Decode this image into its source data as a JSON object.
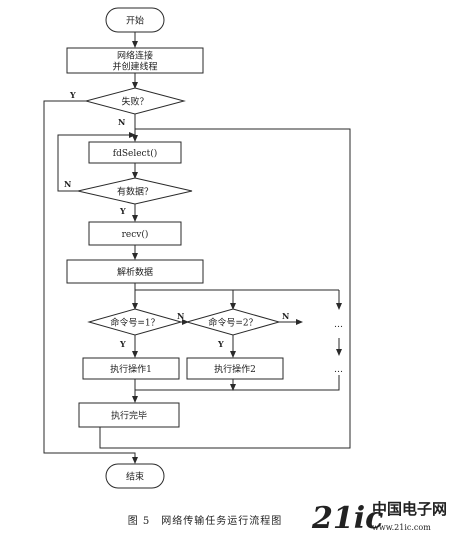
{
  "diagram": {
    "nodes": {
      "start": "开始",
      "connect_line1": "网络连接",
      "connect_line2": "并创建线程",
      "fail": "失败？",
      "fdselect": "fdSelect()",
      "has_data": "有数据？",
      "recv": "recv()",
      "parse": "解析数据",
      "cmd1": "命令号=1？",
      "cmd2": "命令号=2？",
      "op1": "执行操作1",
      "op2": "执行操作2",
      "ellipsis_top": "…",
      "ellipsis_bottom": "…",
      "done": "执行完毕",
      "end": "结束"
    },
    "edge_labels": {
      "fail_yes": "Y",
      "fail_no": "N",
      "data_no": "N",
      "data_yes": "Y",
      "cmd1_no": "N",
      "cmd1_yes": "Y",
      "cmd2_no": "N",
      "cmd2_yes": "Y"
    },
    "caption": "图 5　网络传输任务运行流程图"
  },
  "watermark": {
    "brand": "21ic",
    "name": "中国电子网",
    "url": "www.21ic.com"
  }
}
